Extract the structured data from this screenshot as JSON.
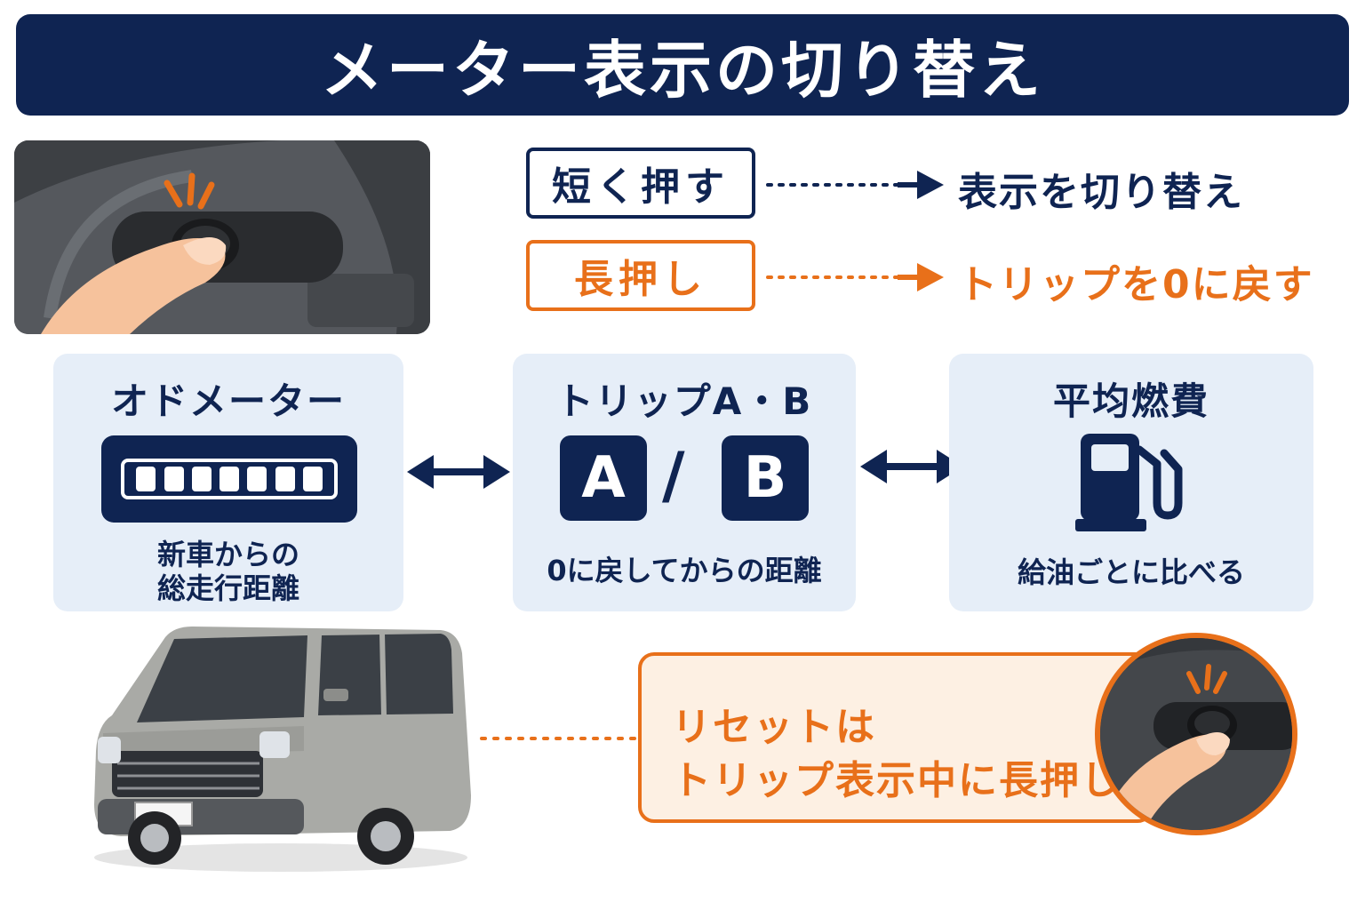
{
  "title": "メーター表示の切り替え",
  "actions": {
    "short_label": "短く押す",
    "short_result": "表示を切り替え",
    "long_label": "長押し",
    "long_result": "トリップを0に戻す"
  },
  "modes": {
    "odometer": {
      "title": "オドメーター",
      "desc_line1": "新車からの",
      "desc_line2": "総走行距離"
    },
    "trip": {
      "title": "トリップA・B",
      "box_a": "A",
      "box_b": "B",
      "slash": "/",
      "desc": "0に戻してからの距離"
    },
    "fuel": {
      "title": "平均燃費",
      "desc": "給油ごとに比べる"
    }
  },
  "reset": {
    "line1": "リセットは",
    "line2": "トリップ表示中に長押し"
  },
  "colors": {
    "navy": "#0f2452",
    "orange": "#e8701a",
    "card_bg": "#e6eef8",
    "reset_bg": "#fdf0e3"
  },
  "icons": [
    "finger-press-icon",
    "odometer-display-icon",
    "fuel-pump-icon",
    "double-arrow-icon",
    "car-illustration"
  ]
}
